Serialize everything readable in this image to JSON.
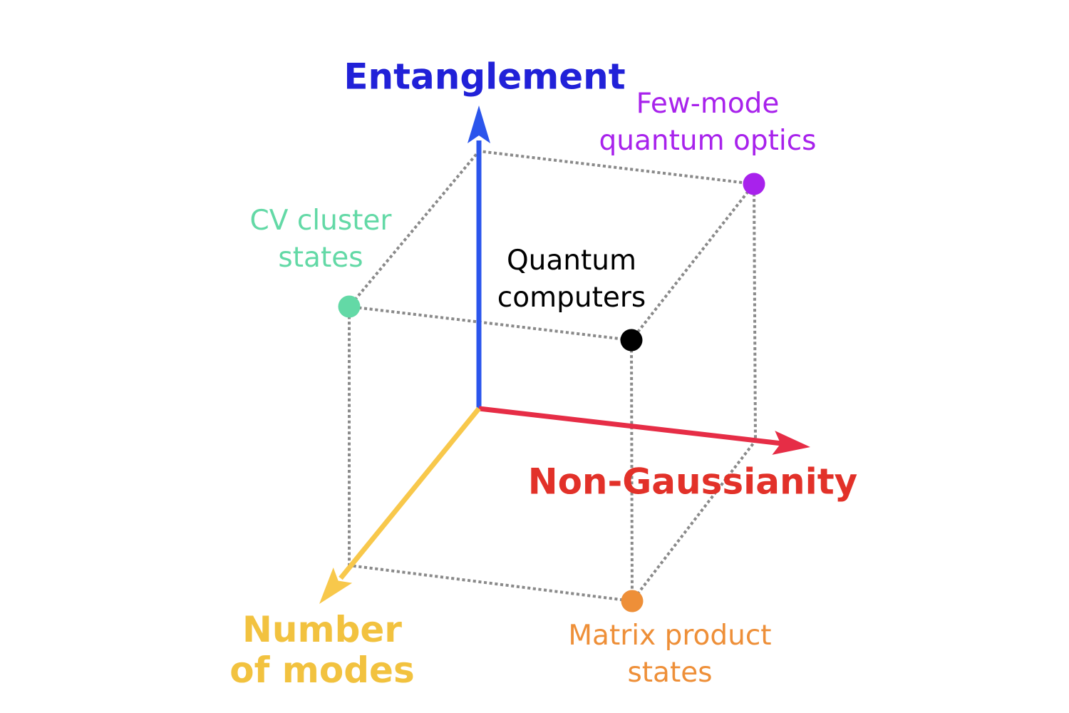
{
  "figure": {
    "background": "#ffffff",
    "edge_color": "#8a8a8a",
    "axes": {
      "entanglement": {
        "label": "Entanglement",
        "text_color": "#2121d8",
        "arrow_color": "#2b55ec"
      },
      "non_gaussianity": {
        "label": "Non-Gaussianity",
        "text_color": "#e23129",
        "arrow_color": "#e62d46"
      },
      "number_of_modes": {
        "label_line1": "Number",
        "label_line2": "of modes",
        "text_color": "#f2c23f",
        "arrow_color": "#f8c84b"
      }
    },
    "points": {
      "cv_cluster": {
        "label_line1": "CV cluster",
        "label_line2": "states",
        "color": "#63d9a6"
      },
      "few_mode": {
        "label_line1": "Few-mode",
        "label_line2": "quantum optics",
        "color": "#a822ec"
      },
      "quantum_computers": {
        "label_line1": "Quantum",
        "label_line2": "computers",
        "color": "#000000"
      },
      "matrix_product": {
        "label_line1": "Matrix product",
        "label_line2": "states",
        "color": "#ee8f38"
      }
    }
  }
}
